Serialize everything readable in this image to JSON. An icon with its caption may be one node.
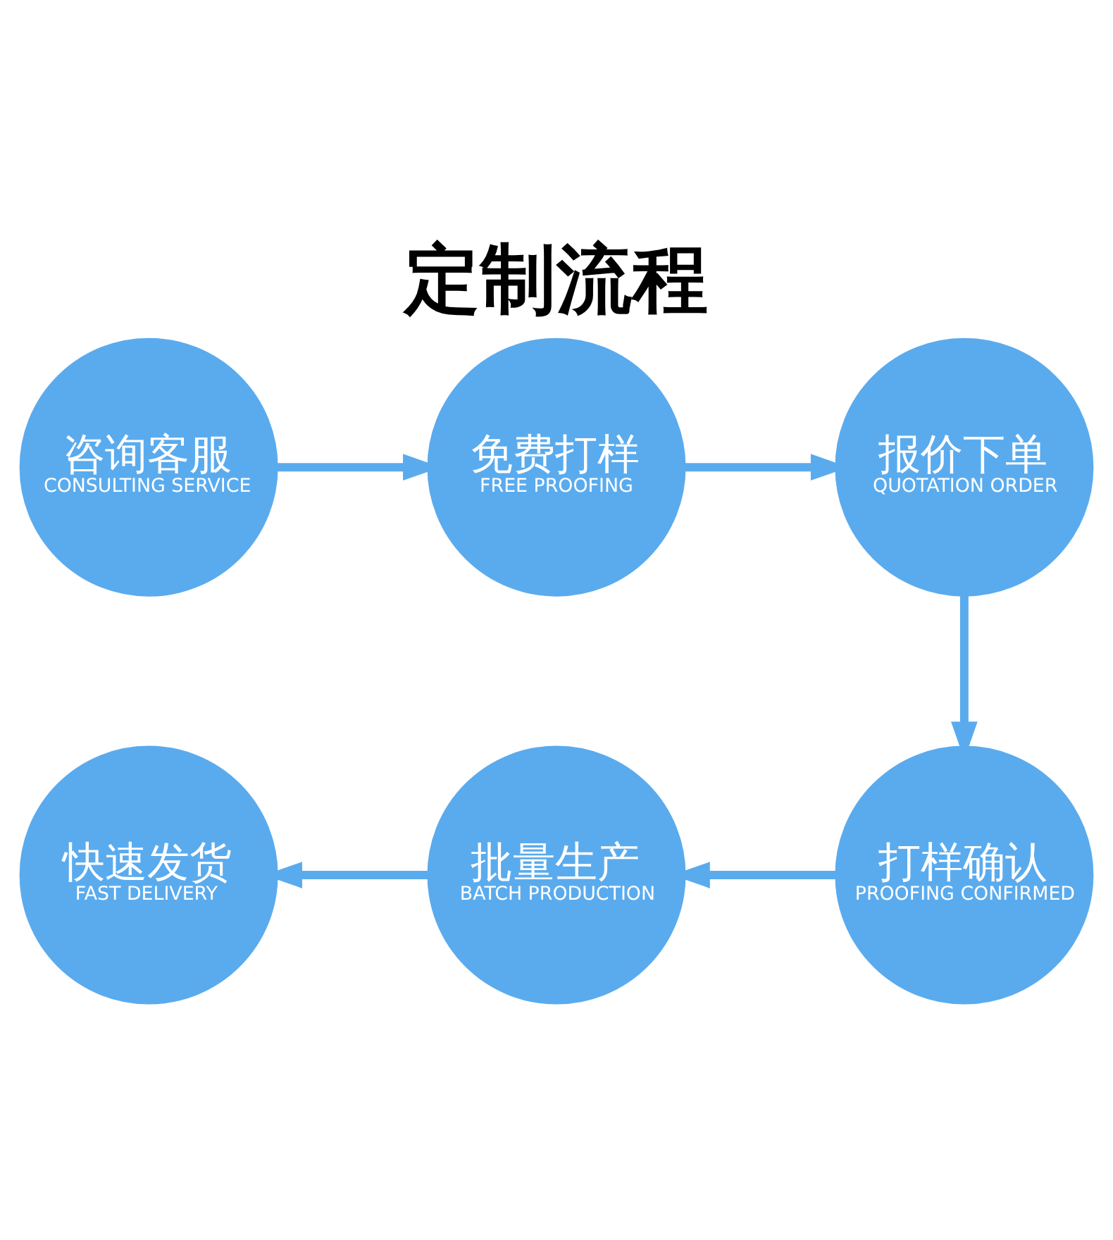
{
  "diagram": {
    "title": "定制流程",
    "nodes": [
      {
        "text": [
          "咨询客服",
          "CONSULTING SERVICE"
        ]
      },
      {
        "text": [
          "免费打样",
          "FREE PROOFING"
        ]
      },
      {
        "text": [
          "报价下单",
          "QUOTATION ORDER"
        ]
      },
      {
        "text": [
          "打样确认",
          "PROOFING CONFIRMED"
        ]
      },
      {
        "text": [
          "批量生产",
          "BATCH PRODUCTION"
        ]
      },
      {
        "text": [
          "快速发货",
          "FAST DELIVERY"
        ]
      }
    ],
    "edges": [
      {
        "from": 0,
        "to": 1,
        "arrow": "to"
      },
      {
        "from": 1,
        "to": 2,
        "arrow": "to"
      },
      {
        "from": 2,
        "to": 3,
        "arrow": "to"
      },
      {
        "from": 3,
        "to": 4,
        "arrow": "to"
      },
      {
        "from": 4,
        "to": 5,
        "arrow": "to"
      }
    ]
  }
}
